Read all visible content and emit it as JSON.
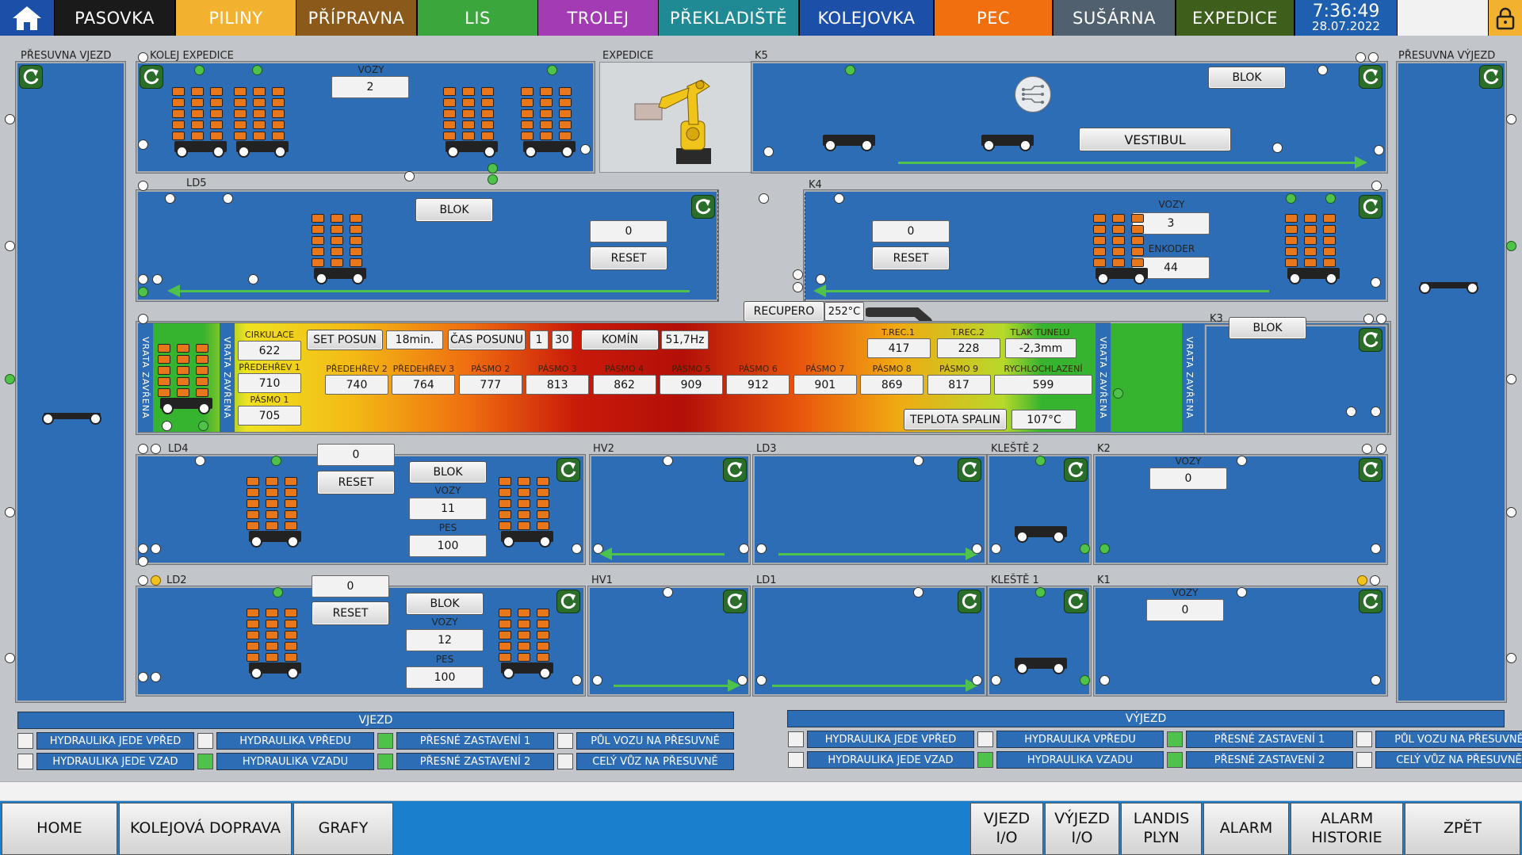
{
  "nav": {
    "tabs": [
      {
        "label": "PASOVKA",
        "color": "#1a1a1a"
      },
      {
        "label": "PILINY",
        "color": "#f2b230"
      },
      {
        "label": "PŘÍPRAVNA",
        "color": "#8b5a1a"
      },
      {
        "label": "LIS",
        "color": "#3aa63b"
      },
      {
        "label": "TROLEJ",
        "color": "#a33bb5"
      },
      {
        "label": "PŘEKLADIŠTĚ",
        "color": "#1f8a94"
      },
      {
        "label": "KOLEJOVKA",
        "color": "#1b4fa8"
      },
      {
        "label": "PEC",
        "color": "#f26f10"
      },
      {
        "label": "SUŠÁRNA",
        "color": "#51606e"
      },
      {
        "label": "EXPEDICE",
        "color": "#3e5e1c"
      }
    ],
    "time": "7:36:49",
    "date": "28.07.2022"
  },
  "left": {
    "title": "PŘESUVNA VJEZD"
  },
  "right": {
    "title": "PŘESUVNA VÝJEZD"
  },
  "kolej": {
    "title": "KOLEJ EXPEDICE",
    "vozy_label": "VOZY",
    "vozy": "2"
  },
  "expedice": {
    "title": "EXPEDICE"
  },
  "k5": {
    "title": "K5",
    "blok": "BLOK",
    "vestibul": "VESTIBUL"
  },
  "ld5": {
    "title": "LD5",
    "blok": "BLOK",
    "count": "0",
    "reset": "RESET"
  },
  "k4": {
    "title": "K4",
    "count": "0",
    "reset": "RESET",
    "vozy_label": "VOZY",
    "vozy": "3",
    "enkoder_label": "ENKODER",
    "enkoder": "44"
  },
  "recupero": {
    "label": "RECUPERO",
    "temp": "252°C"
  },
  "k3": {
    "title": "K3",
    "blok": "BLOK"
  },
  "kiln": {
    "vrata": "VRATA ZAVŘENA",
    "cirkulace_label": "CIRKULACE",
    "cirkulace": "622",
    "predehrev1_label": "PŘEDEHŘEV 1",
    "predehrev1": "710",
    "pasmo1_label": "PÁSMO 1",
    "pasmo1": "705",
    "set_posun": "SET POSUN",
    "set_posun_val": "18min.",
    "cas_posunu": "ČAS POSUNU",
    "cas1": "1",
    "cas2": "30",
    "komin": "KOMÍN",
    "komin_val": "51,7Hz",
    "trec1_label": "T.REC.1",
    "trec1": "417",
    "trec2_label": "T.REC.2",
    "trec2": "228",
    "tlak_label": "TLAK TUNELU",
    "tlak": "-2,3mm",
    "zones": [
      {
        "label": "PŘEDEHŘEV 2",
        "value": "740"
      },
      {
        "label": "PŘEDEHŘEV 3",
        "value": "764"
      },
      {
        "label": "PÁSMO 2",
        "value": "777"
      },
      {
        "label": "PÁSMO 3",
        "value": "813"
      },
      {
        "label": "PÁSMO 4",
        "value": "862"
      },
      {
        "label": "PÁSMO 5",
        "value": "909"
      },
      {
        "label": "PÁSMO 6",
        "value": "912"
      },
      {
        "label": "PÁSMO 7",
        "value": "901"
      },
      {
        "label": "PÁSMO 8",
        "value": "869"
      },
      {
        "label": "PÁSMO 9",
        "value": "817"
      },
      {
        "label": "RYCHLOCHLAZENÍ",
        "value": "599"
      }
    ],
    "teplota_label": "TEPLOTA SPALIN",
    "teplota": "107°C"
  },
  "ld4": {
    "title": "LD4",
    "count": "0",
    "reset": "RESET",
    "blok": "BLOK",
    "vozy_label": "VOZY",
    "vozy": "11",
    "pes_label": "PES",
    "pes": "100"
  },
  "hv2": {
    "title": "HV2"
  },
  "ld3": {
    "title": "LD3"
  },
  "klest2": {
    "title": "KLEŠTĚ 2"
  },
  "k2": {
    "title": "K2",
    "vozy_label": "VOZY",
    "vozy": "0"
  },
  "ld2": {
    "title": "LD2",
    "count": "0",
    "reset": "RESET",
    "blok": "BLOK",
    "vozy_label": "VOZY",
    "vozy": "12",
    "pes_label": "PES",
    "pes": "100"
  },
  "hv1": {
    "title": "HV1"
  },
  "ld1": {
    "title": "LD1"
  },
  "klest1": {
    "title": "KLEŠTĚ 1"
  },
  "k1": {
    "title": "K1",
    "vozy_label": "VOZY",
    "vozy": "0"
  },
  "vjezd": {
    "title": "VJEZD",
    "rows": [
      [
        {
          "label": "HYDRAULIKA JEDE VPŘED",
          "on": false
        },
        {
          "label": "HYDRAULIKA VPŘEDU",
          "on": false
        },
        {
          "label": "PŘESNÉ ZASTAVENÍ 1",
          "on": true
        },
        {
          "label": "PŮL VOZU NA PŘESUVNĚ",
          "on": false
        }
      ],
      [
        {
          "label": "HYDRAULIKA JEDE VZAD",
          "on": false
        },
        {
          "label": "HYDRAULIKA VZADU",
          "on": true
        },
        {
          "label": "PŘESNÉ ZASTAVENÍ 2",
          "on": true
        },
        {
          "label": "CELÝ VŮZ NA PŘESUVNĚ",
          "on": false
        }
      ]
    ]
  },
  "vyjezd": {
    "title": "VÝJEZD",
    "rows": [
      [
        {
          "label": "HYDRAULIKA JEDE VPŘED",
          "on": false
        },
        {
          "label": "HYDRAULIKA VPŘEDU",
          "on": false
        },
        {
          "label": "PŘESNÉ ZASTAVENÍ 1",
          "on": true
        },
        {
          "label": "PŮL VOZU NA PŘESUVNĚ",
          "on": false
        }
      ],
      [
        {
          "label": "HYDRAULIKA JEDE VZAD",
          "on": false
        },
        {
          "label": "HYDRAULIKA VZADU",
          "on": true
        },
        {
          "label": "PŘESNÉ ZASTAVENÍ 2",
          "on": true
        },
        {
          "label": "CELÝ VŮZ NA PŘESUVNĚ",
          "on": false
        }
      ]
    ]
  },
  "bottom": {
    "home": "HOME",
    "kolejova": "KOLEJOVÁ DOPRAVA",
    "grafy": "GRAFY",
    "vjezd_io_1": "VJEZD",
    "vjezd_io_2": "I/O",
    "vyjezd_io_1": "VÝJEZD",
    "vyjezd_io_2": "I/O",
    "landis_1": "LANDIS",
    "landis_2": "PLYN",
    "alarm": "ALARM",
    "alarm_hist_1": "ALARM",
    "alarm_hist_2": "HISTORIE",
    "zpet": "ZPĚT"
  },
  "icons": {
    "home": "home-icon",
    "lock": "lock-icon",
    "refresh": "refresh-icon",
    "robot": "robot-icon",
    "network": "network-icon"
  }
}
